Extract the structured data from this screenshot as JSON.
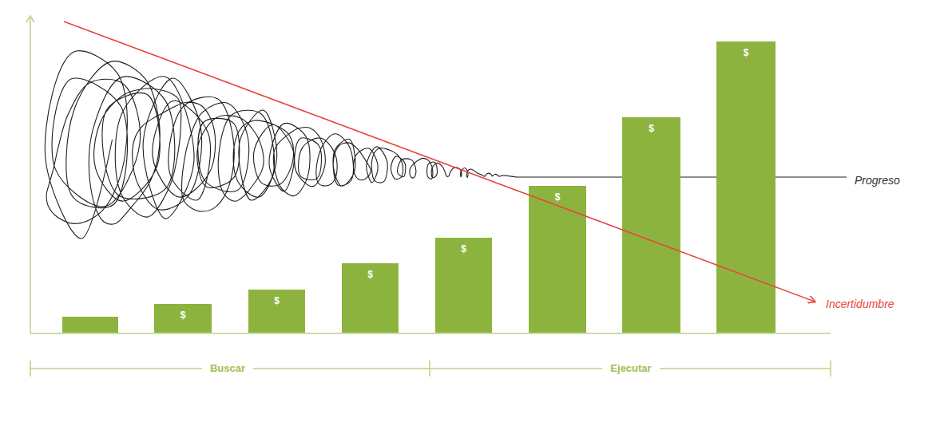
{
  "diagram": {
    "nodes": [
      {
        "text": [
          "$"
        ]
      },
      {
        "text": [
          "$"
        ]
      },
      {
        "text": [
          "$"
        ]
      },
      {
        "text": [
          "$"
        ]
      },
      {
        "text": [
          "$"
        ]
      },
      {
        "text": [
          "$"
        ]
      },
      {
        "text": [
          "$"
        ]
      }
    ],
    "labels": [
      "Progreso",
      "Incertidumbre",
      "Buscar",
      "Ejecutar"
    ]
  }
}
